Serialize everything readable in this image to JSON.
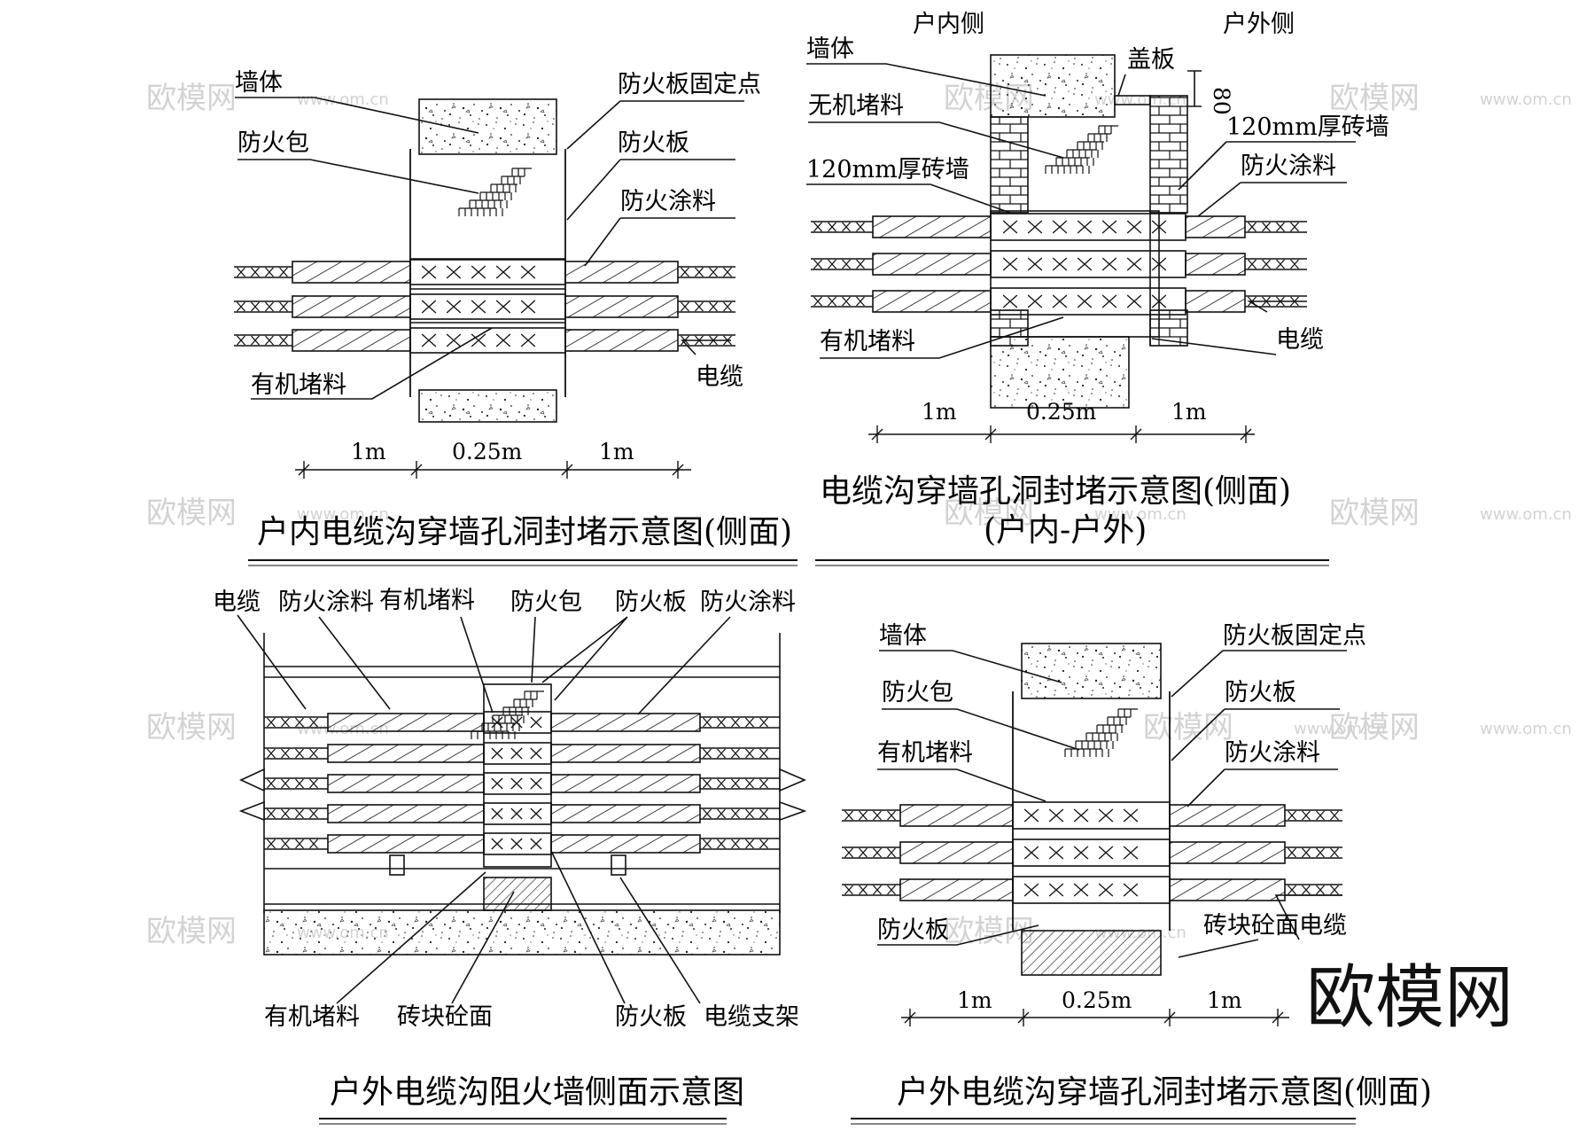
{
  "watermark": {
    "brand": "欧模网",
    "url": "www.om.cn"
  },
  "colors": {
    "ink": "#111111",
    "watermark": "#cfcfcf",
    "background": "#ffffff"
  },
  "panel_tl": {
    "title": "户内电缆沟穿墙孔洞封堵示意图(侧面)",
    "labels": {
      "wall": "墙体",
      "firebag": "防火包",
      "board_fix": "防火板固定点",
      "board": "防火板",
      "coating": "防火涂料",
      "organic": "有机堵料",
      "cable": "电缆"
    },
    "dims": [
      "1m",
      "0.25m",
      "1m"
    ]
  },
  "panel_tr": {
    "title": "电缆沟穿墙孔洞封堵示意图(侧面)",
    "subtitle": "(户内-户外)",
    "labels": {
      "indoor_side": "户内侧",
      "outdoor_side": "户外侧",
      "wall": "墙体",
      "cover": "盖板",
      "cover_dim": "80",
      "inorganic": "无机堵料",
      "brick_left": "120mm厚砖墙",
      "brick_right": "120mm厚砖墙",
      "coating": "防火涂料",
      "organic": "有机堵料",
      "cable": "电缆"
    },
    "dims": [
      "1m",
      "0.25m",
      "1m"
    ]
  },
  "panel_bl": {
    "title": "户外电缆沟阻火墙侧面示意图",
    "top_labels": {
      "cable": "电缆",
      "coating1": "防火涂料",
      "organic": "有机堵料",
      "firebag": "防火包",
      "board": "防火板",
      "coating2": "防火涂料"
    },
    "bottom_labels": {
      "organic": "有机堵料",
      "brick_top": "砖块砼面",
      "board": "防火板",
      "support": "电缆支架"
    }
  },
  "panel_br": {
    "title": "户外电缆沟穿墙孔洞封堵示意图(侧面)",
    "labels": {
      "wall": "墙体",
      "firebag": "防火包",
      "organic": "有机堵料",
      "board_fix": "防火板固定点",
      "board_top": "防火板",
      "coating": "防火涂料",
      "board_bottom": "防火板",
      "brick_top": "砖块砼面",
      "cable": "电缆"
    },
    "dims": [
      "1m",
      "0.25m",
      "1m"
    ]
  }
}
